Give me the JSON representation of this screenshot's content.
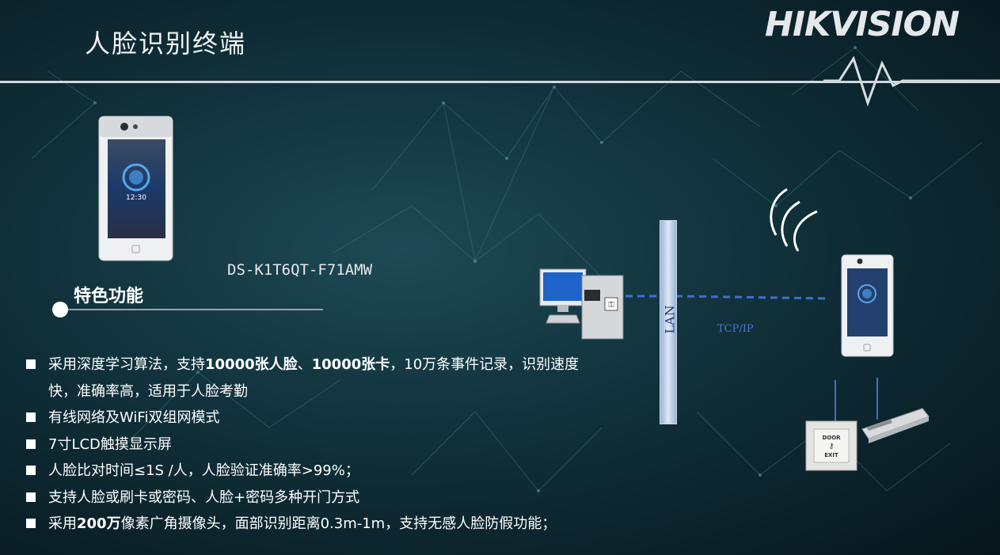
{
  "title": "人脸识别终端",
  "brand": {
    "logo_text": "HIKVISION"
  },
  "device": {
    "model": "DS-K1T6QT-F71AMW",
    "screen_time": "12:30"
  },
  "feature": {
    "heading": "特色功能"
  },
  "bullets": [
    {
      "parts": [
        {
          "t": "采用深度学习算法，支持",
          "b": false
        },
        {
          "t": "10000张人脸",
          "b": true
        },
        {
          "t": "、",
          "b": false
        },
        {
          "t": "10000张卡",
          "b": true
        },
        {
          "t": "，10万条事件记录，识别速度快，准确率高，适用于人脸考勤",
          "b": false
        }
      ]
    },
    {
      "parts": [
        {
          "t": "有线网络及WiFi双组网模式",
          "b": false
        }
      ]
    },
    {
      "parts": [
        {
          "t": "7寸LCD触摸显示屏",
          "b": false
        }
      ]
    },
    {
      "parts": [
        {
          "t": "人脸比对时间≤1S /人，人脸验证准确率>99%；",
          "b": false
        }
      ]
    },
    {
      "parts": [
        {
          "t": "支持人脸或刷卡或密码、人脸+密码多种开门方式",
          "b": false
        }
      ]
    },
    {
      "parts": [
        {
          "t": "采用",
          "b": false
        },
        {
          "t": "200万",
          "b": true
        },
        {
          "t": "像素广角摄像头，面部识别距离0.3m-1m，支持无感人脸防假功能；",
          "b": false
        }
      ]
    }
  ],
  "diagram": {
    "lan_label": "LAN",
    "protocol_label": "TCP/IP",
    "exit_button_top": "DOOR",
    "exit_button_bottom": "EXIT"
  },
  "colors": {
    "background": "#10303a",
    "accent_blue": "#4a78c8"
  }
}
